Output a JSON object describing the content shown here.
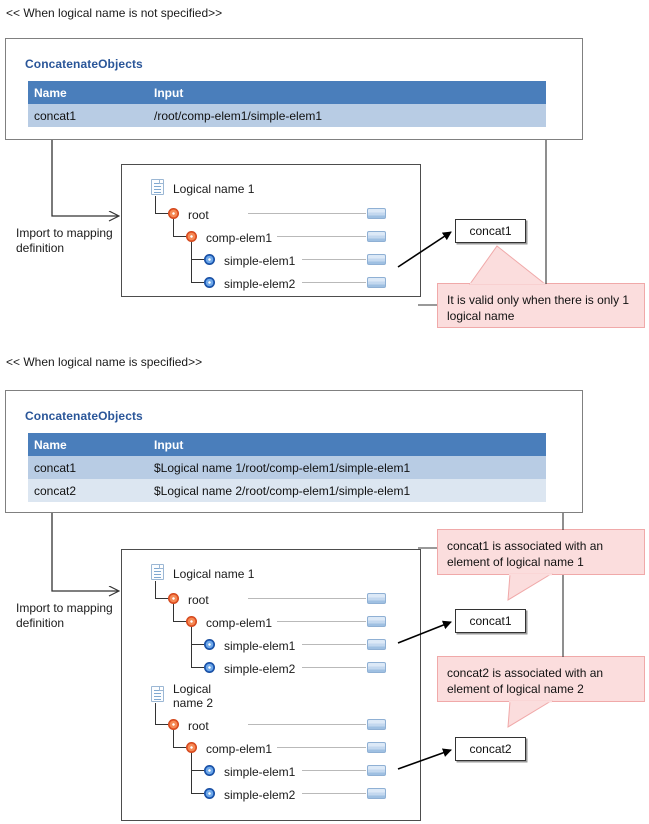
{
  "sections": [
    {
      "caption": "<< When logical name is not specified>>",
      "panel": {
        "title": "ConcatenateObjects",
        "table": {
          "columns": [
            "Name",
            "Input"
          ],
          "rows": [
            {
              "name": "concat1",
              "input": "/root/comp-elem1/simple-elem1"
            }
          ]
        }
      },
      "import_arrow_label": "Import to mapping\ndefinition",
      "import_arrow_label_line1": "Import to mapping",
      "import_arrow_label_line2": "definition",
      "trees": [
        {
          "doc_label": "Logical name 1",
          "nodes": [
            {
              "label": "root",
              "kind": "composite"
            },
            {
              "label": "comp-elem1",
              "kind": "composite"
            },
            {
              "label": "simple-elem1",
              "kind": "simple"
            },
            {
              "label": "simple-elem2",
              "kind": "simple"
            }
          ]
        }
      ],
      "mappings": [
        {
          "box_label": "concat1",
          "from_node": "simple-elem1"
        }
      ],
      "callouts": [
        {
          "text": "It is valid only when there is only 1 logical name"
        }
      ]
    },
    {
      "caption": "<< When logical name is specified>>",
      "panel": {
        "title": "ConcatenateObjects",
        "table": {
          "columns": [
            "Name",
            "Input"
          ],
          "rows": [
            {
              "name": "concat1",
              "input": "$Logical name 1/root/comp-elem1/simple-elem1"
            },
            {
              "name": "concat2",
              "input": "$Logical name 2/root/comp-elem1/simple-elem1"
            }
          ]
        }
      },
      "import_arrow_label_line1": "Import to mapping",
      "import_arrow_label_line2": "definition",
      "trees": [
        {
          "doc_label": "Logical name 1",
          "nodes": [
            {
              "label": "root",
              "kind": "composite"
            },
            {
              "label": "comp-elem1",
              "kind": "composite"
            },
            {
              "label": "simple-elem1",
              "kind": "simple"
            },
            {
              "label": "simple-elem2",
              "kind": "simple"
            }
          ]
        },
        {
          "doc_label_line1": "Logical",
          "doc_label_line2": "name 2",
          "nodes": [
            {
              "label": "root",
              "kind": "composite"
            },
            {
              "label": "comp-elem1",
              "kind": "composite"
            },
            {
              "label": "simple-elem1",
              "kind": "simple"
            },
            {
              "label": "simple-elem2",
              "kind": "simple"
            }
          ]
        }
      ],
      "mappings": [
        {
          "box_label": "concat1",
          "from_node": "simple-elem1"
        },
        {
          "box_label": "concat2",
          "from_node": "simple-elem1"
        }
      ],
      "callouts": [
        {
          "text": "concat1 is associated with an element of logical name 1"
        },
        {
          "text": "concat2 is associated with an element of logical name 2"
        }
      ]
    }
  ],
  "colors": {
    "table_header": "#4a7ebb",
    "row_dark": "#b8cce4",
    "row_light": "#dce6f1",
    "panel_title": "#2a5699",
    "callout_bg": "#fbdddd",
    "callout_border": "#f0a9a9",
    "composite_node": "#e8582a",
    "simple_node": "#1f5fc0"
  }
}
